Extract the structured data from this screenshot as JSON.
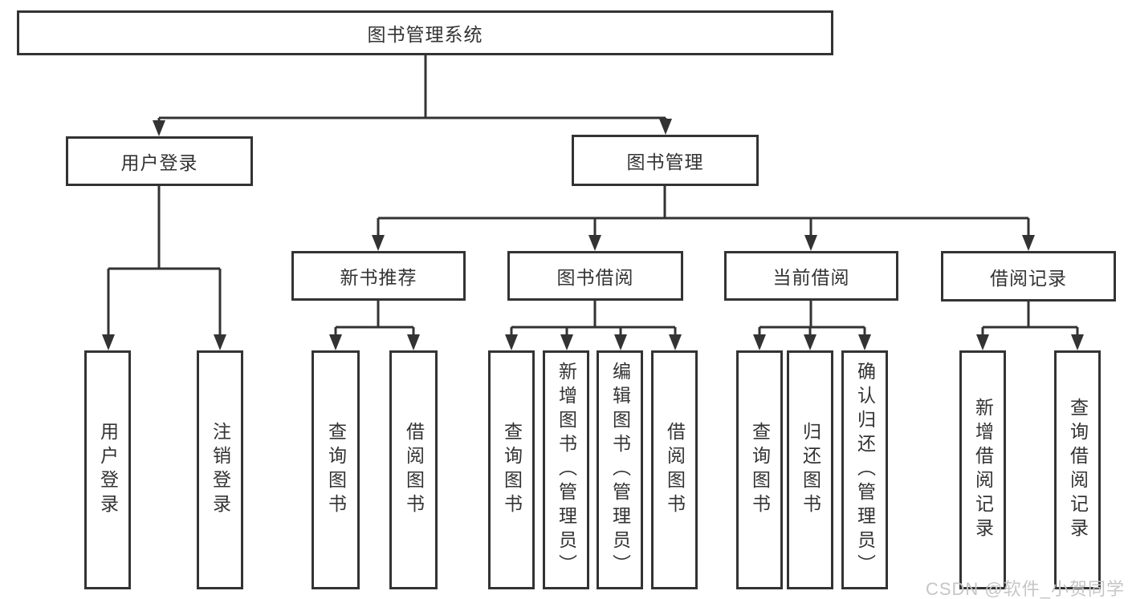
{
  "tree": {
    "label": "图书管理系统",
    "children": [
      {
        "label": "用户登录",
        "children": [
          {
            "label": "用户登录"
          },
          {
            "label": "注销登录"
          }
        ]
      },
      {
        "label": "图书管理",
        "children": [
          {
            "label": "新书推荐",
            "children": [
              {
                "label": "查询图书"
              },
              {
                "label": "借阅图书"
              }
            ]
          },
          {
            "label": "图书借阅",
            "children": [
              {
                "label": "查询图书"
              },
              {
                "label": "新增图书（管理员）"
              },
              {
                "label": "编辑图书（管理员）"
              },
              {
                "label": "借阅图书"
              }
            ]
          },
          {
            "label": "当前借阅",
            "children": [
              {
                "label": "查询图书"
              },
              {
                "label": "归还图书"
              },
              {
                "label": "确认归还（管理员）"
              }
            ]
          },
          {
            "label": "借阅记录",
            "children": [
              {
                "label": "新增借阅记录"
              },
              {
                "label": "查询借阅记录"
              }
            ]
          }
        ]
      }
    ]
  },
  "watermark": {
    "text": "CSDN @软件_小贺同学"
  },
  "colors": {
    "line": "#333333",
    "text": "#333333",
    "node_background": "#ffffff",
    "watermark": "#c6c6c6",
    "background": "#ffffff"
  }
}
